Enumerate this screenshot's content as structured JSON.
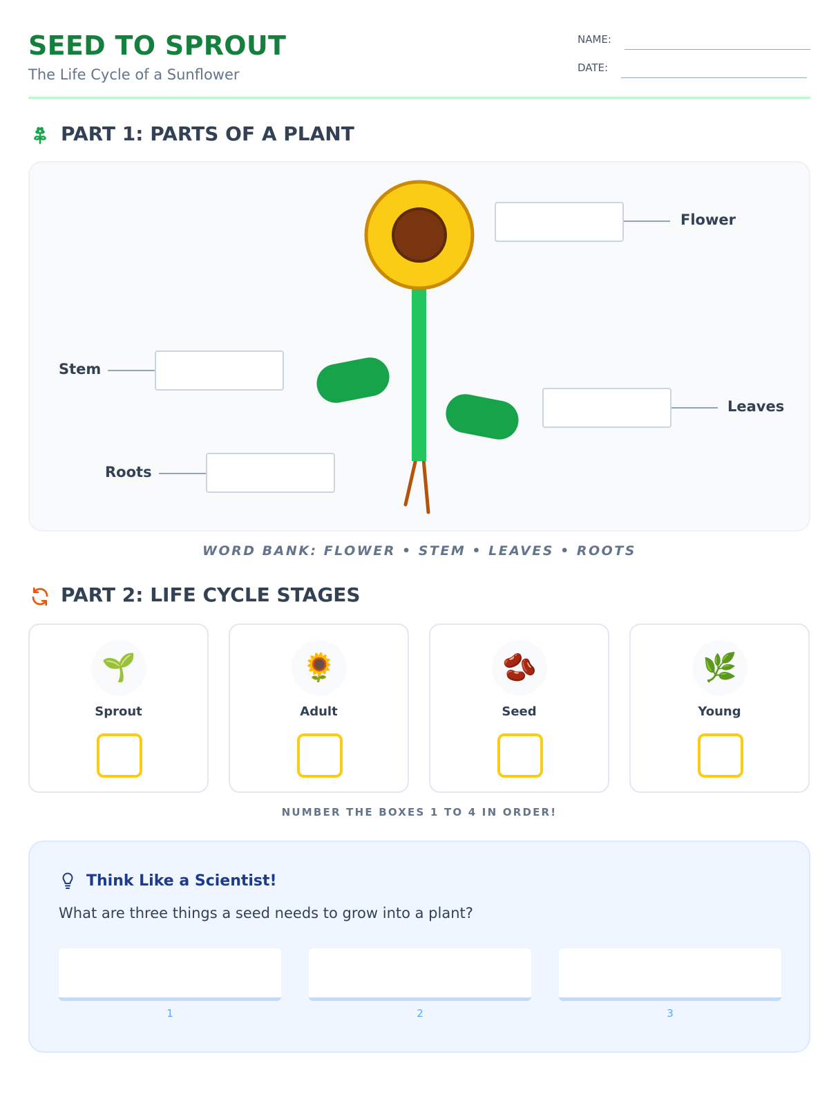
{
  "header": {
    "title": "SEED TO SPROUT",
    "subtitle": "The Life Cycle of a Sunflower",
    "name_label": "NAME:",
    "date_label": "DATE:"
  },
  "part1": {
    "heading": "PART 1: PARTS OF A PLANT",
    "icon": "flower-icon",
    "labels": {
      "flower": "Flower",
      "stem": "Stem",
      "leaves": "Leaves",
      "roots": "Roots"
    },
    "word_bank": "WORD BANK: FLOWER • STEM • LEAVES • ROOTS"
  },
  "part2": {
    "heading": "PART 2: LIFE CYCLE STAGES",
    "icon": "refresh-cycle-icon",
    "cards": [
      {
        "name": "Sprout",
        "emoji": "🌱"
      },
      {
        "name": "Adult",
        "emoji": "🌻"
      },
      {
        "name": "Seed",
        "emoji": "🫘"
      },
      {
        "name": "Young",
        "emoji": "🌿"
      }
    ],
    "instruction": "NUMBER THE BOXES 1 TO 4 IN ORDER!"
  },
  "scientist": {
    "icon": "lightbulb-icon",
    "title": "Think Like a Scientist!",
    "question": "What are three things a seed needs to grow into a plant?",
    "answers": [
      "1",
      "2",
      "3"
    ]
  },
  "colors": {
    "title_green": "#15803d",
    "petal_yellow": "#facc15",
    "center_brown": "#78350f",
    "stem_green": "#22c55e",
    "leaf_green": "#16a34a",
    "root_brown": "#b45309",
    "box_yellow": "#facc15",
    "accent_blue": "#1e3a8a"
  }
}
